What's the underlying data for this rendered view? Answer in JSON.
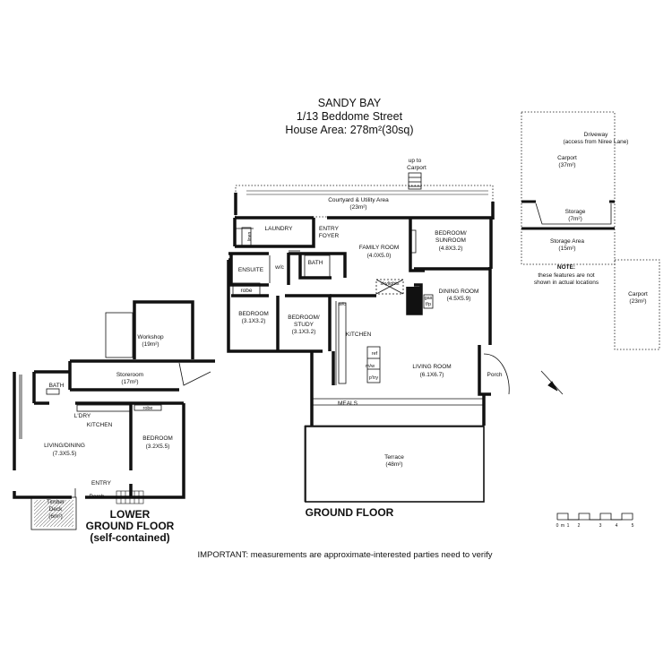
{
  "header": {
    "suburb": "SANDY BAY",
    "address": "1/13 Beddome Street",
    "house_area": "House Area: 278m²(30sq)"
  },
  "ground_floor": {
    "title": "GROUND FLOOR",
    "rooms": {
      "up_to_carport": "up to",
      "up_to_carport_2": "Carport",
      "courtyard": "Courtyard & Utility Area",
      "courtyard_area": "(23m²)",
      "linen": "linen",
      "laundry": "LAUNDRY",
      "entry_foyer": "ENTRY",
      "entry_foyer_2": "FOYER",
      "family_room": "FAMILY ROOM",
      "family_room_dim": "(4.0X5.0)",
      "bedroom_sunroom": "BEDROOM/",
      "bedroom_sunroom_2": "SUNROOM",
      "bedroom_sunroom_dim": "(4.8X3.2)",
      "ensuite": "ENSUITE",
      "wc": "w/c",
      "bath": "BATH",
      "robe": "robe",
      "skylights": "skylights",
      "gas_fp": "gas",
      "gas_fp_2": "f/p",
      "dining_room": "DINING ROOM",
      "dining_room_dim": "(4.5X5.9)",
      "bedroom": "BEDROOM",
      "bedroom_dim": "(3.1X3.2)",
      "bedroom_study": "BEDROOM/",
      "bedroom_study_2": "STUDY",
      "bedroom_study_dim": "(3.1X3.2)",
      "wo": "w/o",
      "kitchen": "KITCHEN",
      "ref": "ref",
      "mw": "m/w",
      "ptry": "p'try",
      "living_room": "LIVING ROOM",
      "living_room_dim": "(6.1X6.7)",
      "porch": "Porch",
      "meals": "MEALS",
      "terrace": "Terrace",
      "terrace_area": "(48m²)"
    }
  },
  "lower_floor": {
    "title_line1": "LOWER",
    "title_line2": "GROUND FLOOR",
    "title_line3": "(self-contained)",
    "rooms": {
      "workshop": "Workshop",
      "workshop_area": "(19m²)",
      "storeroom": "Storeroom",
      "storeroom_area": "(17m²)",
      "bath": "BATH",
      "ldry": "L'DRY",
      "kitchen": "KITCHEN",
      "robe": "robe",
      "living_dining": "LIVING/DINING",
      "living_dining_dim": "(7.3X5.5)",
      "bedroom": "BEDROOM",
      "bedroom_dim": "(3.2X5.5)",
      "entry": "ENTRY",
      "porch": "Porch",
      "timber_deck": "Timber",
      "timber_deck_2": "Deck",
      "timber_deck_area": "(6m²)"
    }
  },
  "external": {
    "driveway": "Driveway",
    "driveway_note": "(access from Niree Lane)",
    "carport_1": "Carport",
    "carport_1_area": "(37m²)",
    "storage": "Storage",
    "storage_area": "(7m²)",
    "storage_area_label": "Storage Area",
    "storage_area_size": "(15m²)",
    "note_title": "NOTE:",
    "note_line1": "these features are not",
    "note_line2": "shown in actual locations",
    "carport_2": "Carport",
    "carport_2_area": "(23m²)"
  },
  "scale_bar": {
    "labels": [
      "0",
      "1",
      "2",
      "3",
      "4",
      "5"
    ],
    "unit": "m"
  },
  "disclaimer": "IMPORTANT: measurements are approximate-interested parties need to verify"
}
